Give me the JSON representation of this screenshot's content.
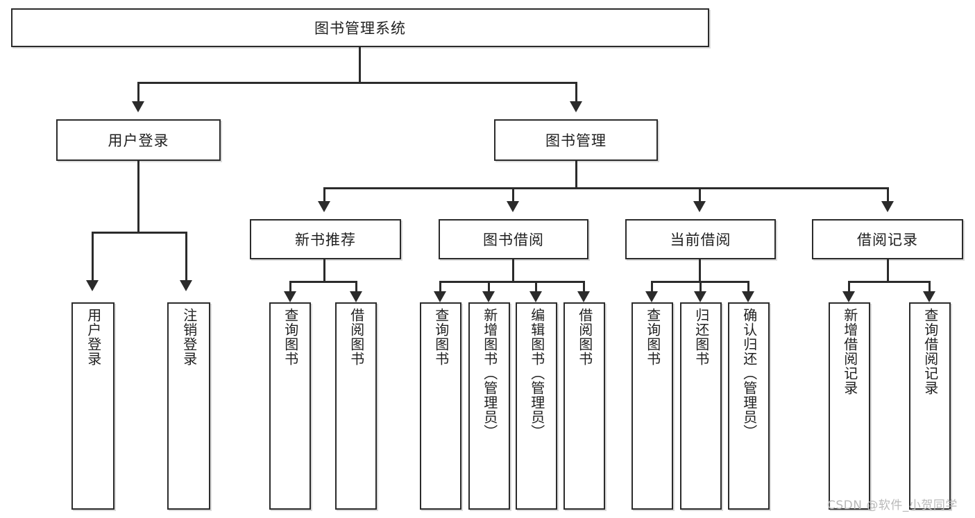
{
  "diagram": {
    "title_box": {
      "label": "图书管理系统"
    },
    "level1": [
      {
        "label": "用户登录"
      },
      {
        "label": "图书管理"
      }
    ],
    "level2": [
      {
        "label": "新书推荐"
      },
      {
        "label": "图书借阅"
      },
      {
        "label": "当前借阅"
      },
      {
        "label": "借阅记录"
      }
    ],
    "leaves": {
      "user_login": [
        {
          "label": "用户登录"
        },
        {
          "label": "注销登录"
        }
      ],
      "new_book_recommend": [
        {
          "label": "查询图书"
        },
        {
          "label": "借阅图书"
        }
      ],
      "book_borrow": [
        {
          "label": "查询图书"
        },
        {
          "label": "新增图书（管理员）"
        },
        {
          "label": "编辑图书（管理员）"
        },
        {
          "label": "借阅图书"
        }
      ],
      "current_borrow": [
        {
          "label": "查询图书"
        },
        {
          "label": "归还图书"
        },
        {
          "label": "确认归还（管理员）"
        }
      ],
      "borrow_record": [
        {
          "label": "新增借阅记录"
        },
        {
          "label": "查询借阅记录"
        }
      ]
    },
    "watermark": {
      "text": "CSDN @软件_小贺同学"
    },
    "colors": {
      "border": "#2b2b2b",
      "background": "#ffffff",
      "text": "#1f1f1f",
      "watermark": "#b9b9b9"
    }
  }
}
